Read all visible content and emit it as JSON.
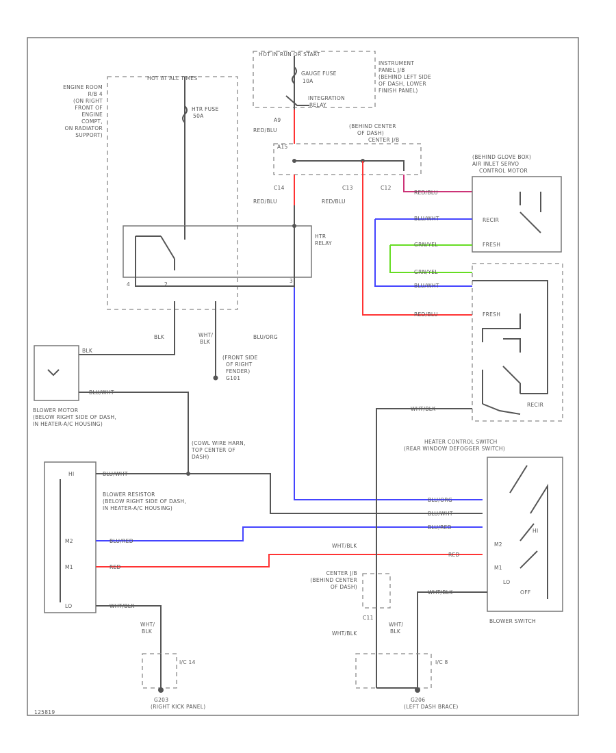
{
  "diagram": {
    "labels": {
      "hot_at_all_times": "HOT AT ALL TIMES",
      "hot_run_start": "HOT IN RUN OR START",
      "gauge_fuse": "GAUGE FUSE",
      "gauge_fuse_amp": "10A",
      "integration_relay": "INTEGRATION RELAY",
      "instrument_panel_jb": "INSTRUMENT PANEL J/B (BEHIND LEFT SIDE OF DASH, LOWER FINISH PANEL)",
      "engine_room_rb": "ENGINE ROOM R/B 4 (ON RIGHT FRONT OF ENGINE COMPT, ON RADIATOR SUPPORT)",
      "htr_fuse": "HTR FUSE",
      "htr_fuse_amp": "50A",
      "behind_center_dash": "BEHIND CENTER OF DASH",
      "center_jb": "CENTER J/B",
      "htr_relay": "HTR RELAY",
      "behind_glove_box": "(BEHIND GLOVE BOX) AIR INLET SERVO CONTROL MOTOR",
      "front_side_fender": "(FRONT SIDE OF RIGHT FENDER) G101",
      "blower_motor": "BLOWER MOTOR (BELOW RIGHT SIDE OF DASH, IN HEATER-A/C HOUSING)",
      "cowl_wire_harn": "(COWL WIRE HARN, TOP CENTER OF DASH)",
      "blower_resistor": "BLOWER RESISTOR (BELOW RIGHT SIDE OF DASH, IN HEATER-A/C HOUSING)",
      "heater_control_switch": "HEATER CONTROL SWITCH (REAR WINDOW DEFOGGER SWITCH)",
      "blower_switch": "BLOWER SWITCH",
      "center_jb_bottom": "CENTER J/B (BEHIND CENTER OF DASH)",
      "g203": "G203 (RIGHT KICK PANEL)",
      "g206": "G206 (LEFT DASH BRACE)",
      "ic14": "I/C 14",
      "ic8": "I/C 8",
      "fresh": "FRESH",
      "recir": "RECIR",
      "hi": "HI",
      "m2": "M2",
      "m1": "M1",
      "lo": "LO",
      "off": "OFF",
      "c11": "C11",
      "c12": "C12",
      "c13": "C13",
      "c14": "C14",
      "a15": "A15",
      "a9": "A9",
      "footer_code": "125819"
    },
    "wires": {
      "red_blu_1": "RED/BLU",
      "red_blu_2": "RED/BLU",
      "red_blu_3": "RED/BLU",
      "red_blu_4": "RED/BLU",
      "red_blu_5": "RED/BLU",
      "blk": "BLK",
      "wht_blk": "WHT/ BLK",
      "blu_org": "BLU/ORG",
      "blu_wht_motor": "BLU/WHT",
      "blu_wht_servo": "BLU/WHT",
      "grn_yel_1": "GRN/YEL",
      "grn_yel_2": "GRN/YEL",
      "blu_wht_2": "BLU/WHT",
      "wht_blk_recir": "WHT/BLK",
      "blu_wht_hi": "BLU/WHT",
      "blu_red": "BLU/RED",
      "red": "RED",
      "wht_blk_lo": "WHT/BLK",
      "blu_org_sw": "BLU/ORG",
      "blu_wht_sw": "BLU/WHT",
      "blu_red_sw": "BLU/RED",
      "red_sw": "RED",
      "wht_blk_sw": "WHT/BLK",
      "wht_blk_sw2": "WHT/BLK",
      "wht_blk_gnd1": "WHT/ BLK",
      "wht_blk_gnd2": "WHT/BLK",
      "wht_blk_gnd3": "WHT/ BLK"
    },
    "colors": {
      "red": "#ff3333",
      "blue": "#4444ff",
      "green_yellow": "#66dd22",
      "purple_red": "#cc3377"
    }
  }
}
